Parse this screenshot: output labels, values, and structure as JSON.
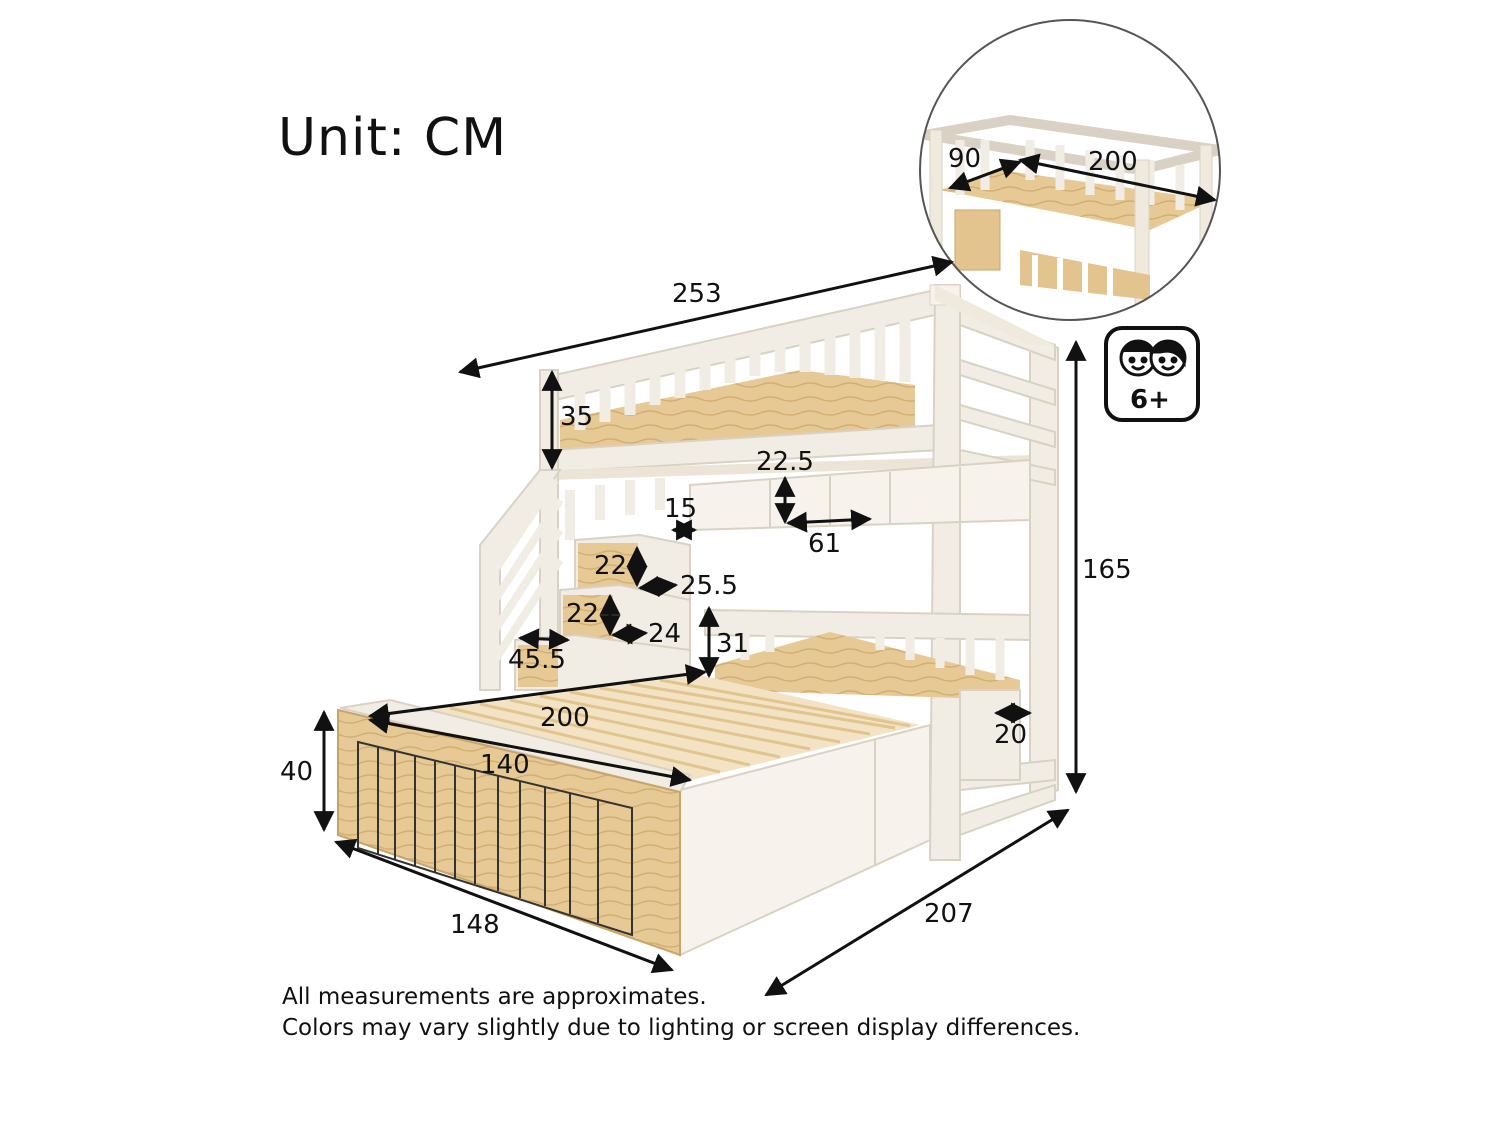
{
  "title": "Unit: CM",
  "age_badge": {
    "label": "6+",
    "icon": "kids-faces-icon"
  },
  "notes": [
    "All measurements are approximates.",
    "Colors may vary slightly due to lighting or screen display differences."
  ],
  "dimensions": {
    "total_length": "253",
    "guardrail_height": "35",
    "shelf_height": "22.5",
    "shelf_depth": "15",
    "shelf_width": "61",
    "step_height_upper": "22",
    "step_depth_upper": "25.5",
    "step_height_lower": "22",
    "step_depth_lower": "24",
    "bottom_step_width": "45.5",
    "lower_rail_height": "31",
    "lower_bed_length": "200",
    "lower_bed_width": "140",
    "lower_bed_height": "40",
    "base_width": "148",
    "base_depth": "207",
    "total_height": "165",
    "ladder_width": "20",
    "top_bed_width": "90",
    "top_bed_length": "200"
  },
  "colors": {
    "frame": "#f2ede4",
    "frame_shadow": "#d9d2c4",
    "wood": "#e3c48e",
    "wood_dark": "#c9a468",
    "line": "#111111"
  }
}
